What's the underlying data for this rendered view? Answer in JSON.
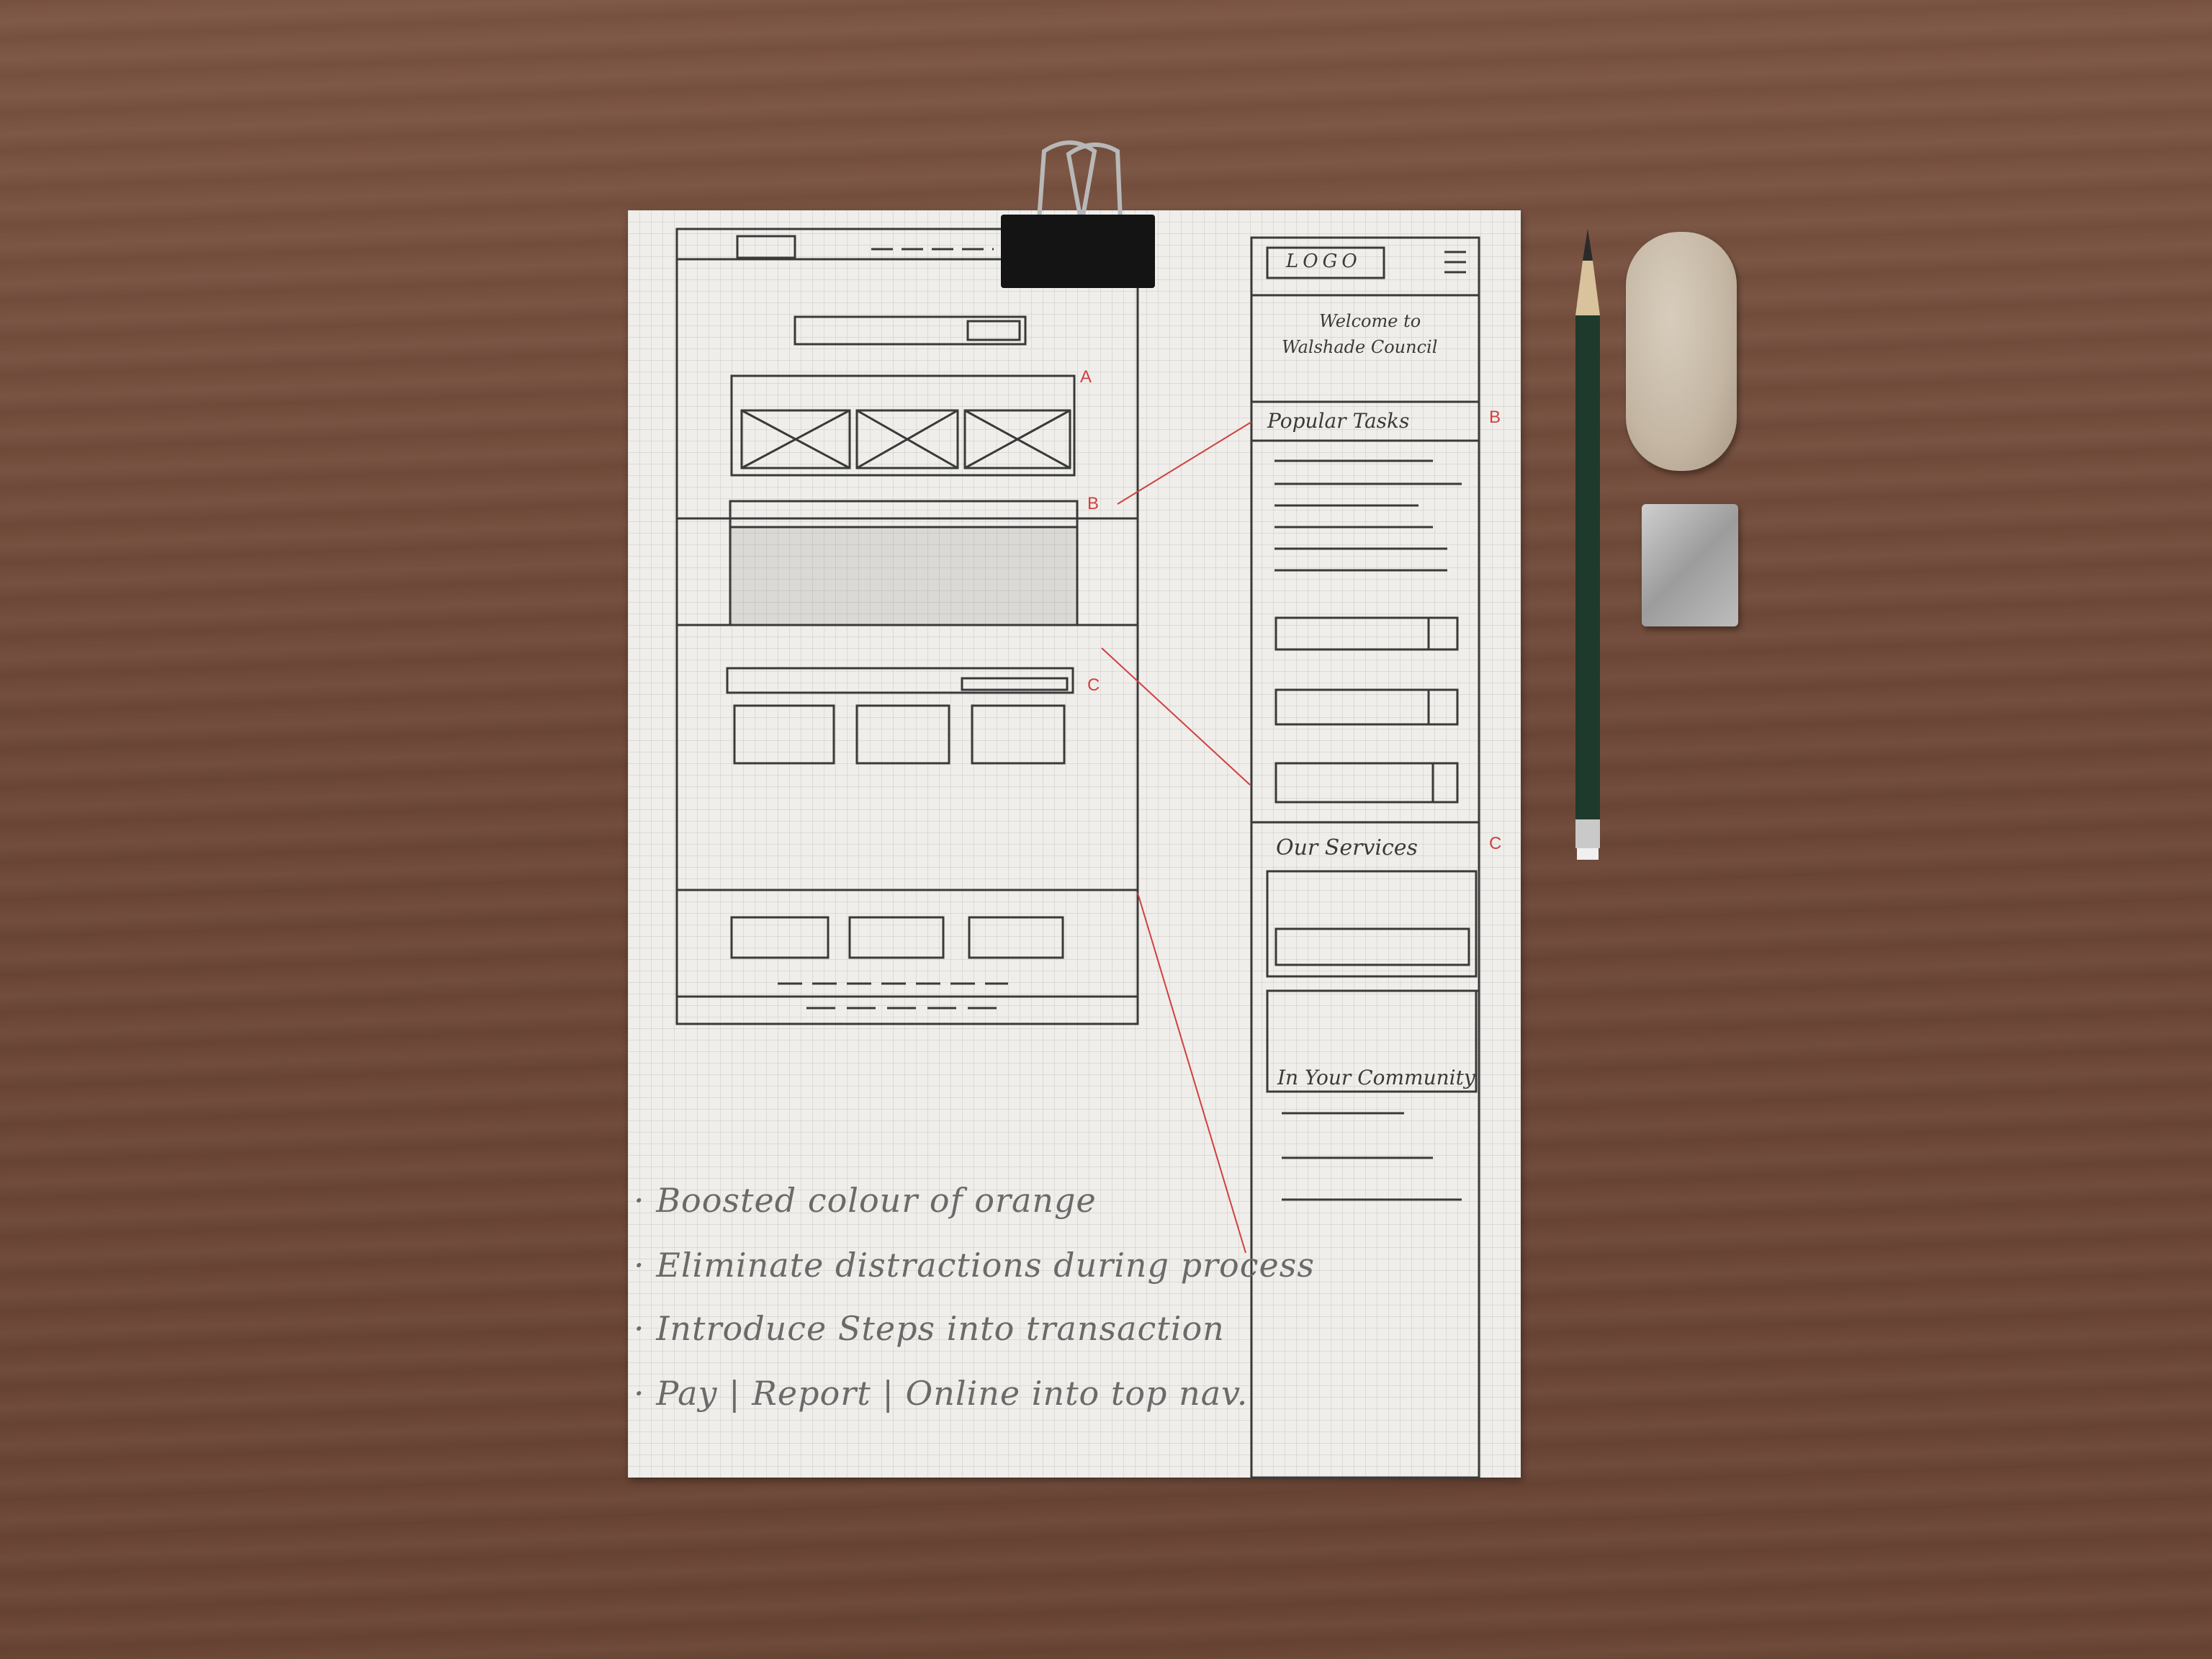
{
  "mobile_wireframe": {
    "logo": "LOGO",
    "welcome_line1": "Welcome to",
    "welcome_line2": "Walshade Council",
    "popular_tasks": "Popular Tasks",
    "our_services": "Our Services",
    "in_your_community": "In Your Community"
  },
  "markers": {
    "a": "A",
    "b": "B",
    "c": "C"
  },
  "notes": [
    "· Boosted colour of orange",
    "· Eliminate distractions during process",
    "· Introduce Steps into transaction",
    "· Pay | Report | Online into top nav."
  ],
  "colors": {
    "desk": "#6e4838",
    "paper": "#efeeea",
    "pencil_line": "#3a3a3a",
    "red_annotation": "#d04040",
    "pencil_body": "#1e3a2c"
  }
}
